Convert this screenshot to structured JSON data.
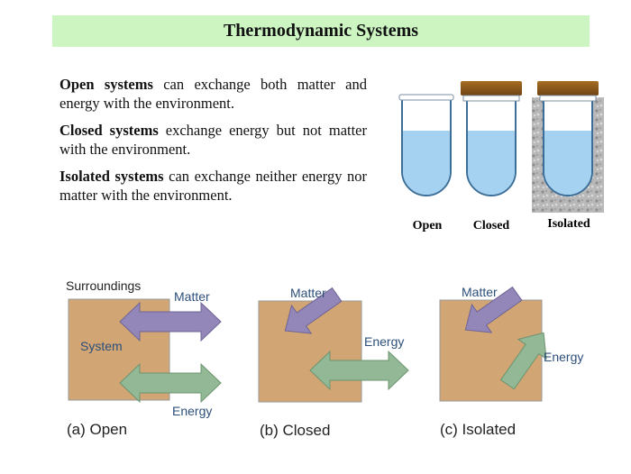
{
  "title": "Thermodynamic Systems",
  "descriptions": [
    {
      "term": "Open systems",
      "text": " can exchange both matter and energy with the environment."
    },
    {
      "term": "Closed systems",
      "text": " exchange energy but not matter with the environment."
    },
    {
      "term": "Isolated systems",
      "text": " can exchange neither energy nor matter with the environment."
    }
  ],
  "test_tubes": {
    "labels": [
      "Open",
      "Closed",
      "Isolated"
    ]
  },
  "panels": {
    "surroundings_label": "Surroundings",
    "system_label": "System",
    "matter_label": "Matter",
    "energy_label": "Energy",
    "captions": [
      "(a) Open",
      "(b) Closed",
      "(c) Isolated"
    ]
  },
  "colors": {
    "title_bg": "#ccf5c2",
    "system_box": "#d1a574",
    "matter_arrow": "#9386b8",
    "energy_arrow": "#92b896",
    "liquid": "#a6d2f2",
    "cap": "#8b5a1f",
    "label_blue": "#2d4f7a"
  }
}
